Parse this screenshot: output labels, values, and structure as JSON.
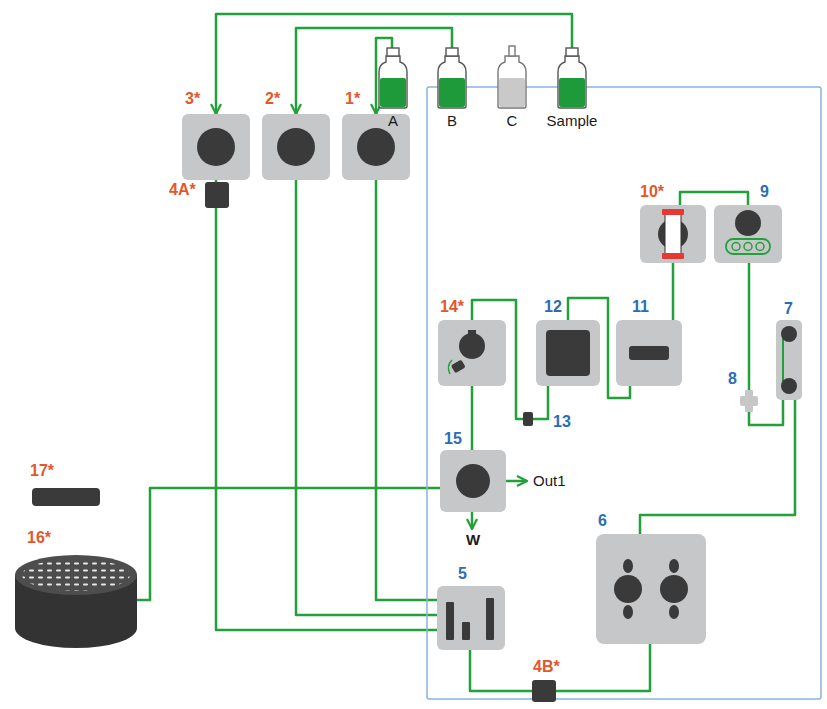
{
  "diagram": {
    "nodes": [
      {
        "text": [
          "A"
        ]
      },
      {
        "text": [
          "B"
        ]
      },
      {
        "text": [
          "C"
        ]
      },
      {
        "text": [
          "Sample"
        ]
      },
      {
        "text": [
          "3*"
        ]
      },
      {
        "text": [
          "2*"
        ]
      },
      {
        "text": [
          "1*"
        ]
      },
      {
        "text": [
          "4A*"
        ]
      },
      {
        "text": [
          "17*"
        ]
      },
      {
        "text": [
          "16*"
        ]
      },
      {
        "text": [
          "5"
        ]
      },
      {
        "text": [
          "4B*"
        ]
      },
      {
        "text": [
          "6"
        ]
      },
      {
        "text": [
          "7"
        ]
      },
      {
        "text": [
          "8"
        ]
      },
      {
        "text": [
          "9"
        ]
      },
      {
        "text": [
          "10*"
        ]
      },
      {
        "text": [
          "11"
        ]
      },
      {
        "text": [
          "12"
        ]
      },
      {
        "text": [
          "13"
        ]
      },
      {
        "text": [
          "14*"
        ]
      },
      {
        "text": [
          "15"
        ]
      }
    ],
    "edges": [
      {
        "from": 3,
        "to": 4,
        "arrow": "to"
      },
      {
        "from": 1,
        "to": 5,
        "arrow": "to"
      },
      {
        "from": 0,
        "to": 6,
        "arrow": "to"
      },
      {
        "from": 4,
        "to": 7,
        "arrow": "none"
      },
      {
        "from": 7,
        "to": 10,
        "arrow": "none"
      },
      {
        "from": 5,
        "to": 10,
        "arrow": "none"
      },
      {
        "from": 6,
        "to": 10,
        "arrow": "none"
      },
      {
        "from": 10,
        "to": 11,
        "arrow": "none"
      },
      {
        "from": 11,
        "to": 12,
        "arrow": "none"
      },
      {
        "from": 12,
        "to": 13,
        "arrow": "none"
      },
      {
        "from": 13,
        "to": 14,
        "arrow": "none"
      },
      {
        "from": 14,
        "to": 15,
        "arrow": "none"
      },
      {
        "from": 15,
        "to": 16,
        "arrow": "none"
      },
      {
        "from": 16,
        "to": 17,
        "arrow": "none"
      },
      {
        "from": 17,
        "to": 18,
        "arrow": "none"
      },
      {
        "from": 18,
        "to": 19,
        "arrow": "none"
      },
      {
        "from": 19,
        "to": 20,
        "arrow": "none"
      },
      {
        "from": 20,
        "to": 21,
        "arrow": "none"
      },
      {
        "from": 21,
        "to": 9,
        "arrow": "none"
      }
    ],
    "labels": [
      "Out1",
      "W"
    ]
  }
}
